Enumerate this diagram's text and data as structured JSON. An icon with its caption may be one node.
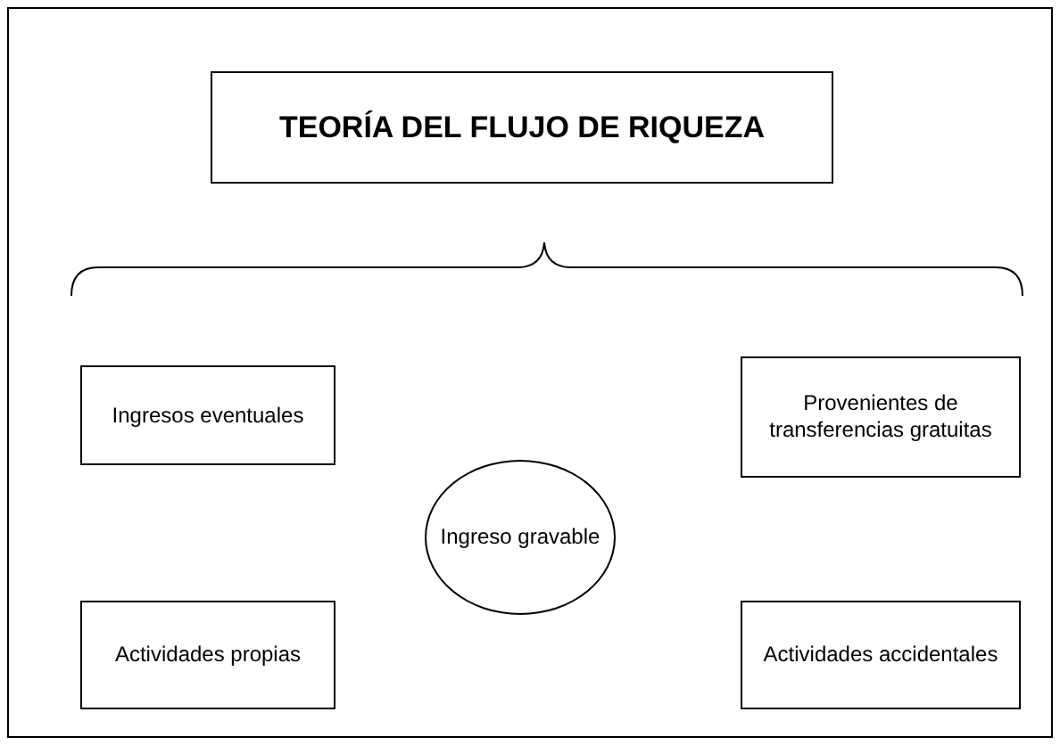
{
  "diagram": {
    "nodes": [
      {
        "text": [
          "TEORÍA DEL FLUJO DE RIQUEZA"
        ]
      },
      {
        "text": [
          "Ingresos eventuales"
        ]
      },
      {
        "text": [
          "Provenientes de transferencias gratuitas"
        ]
      },
      {
        "text": [
          "Ingreso gravable"
        ]
      },
      {
        "text": [
          "Actividades propias"
        ]
      },
      {
        "text": [
          "Actividades accidentales"
        ]
      }
    ]
  }
}
